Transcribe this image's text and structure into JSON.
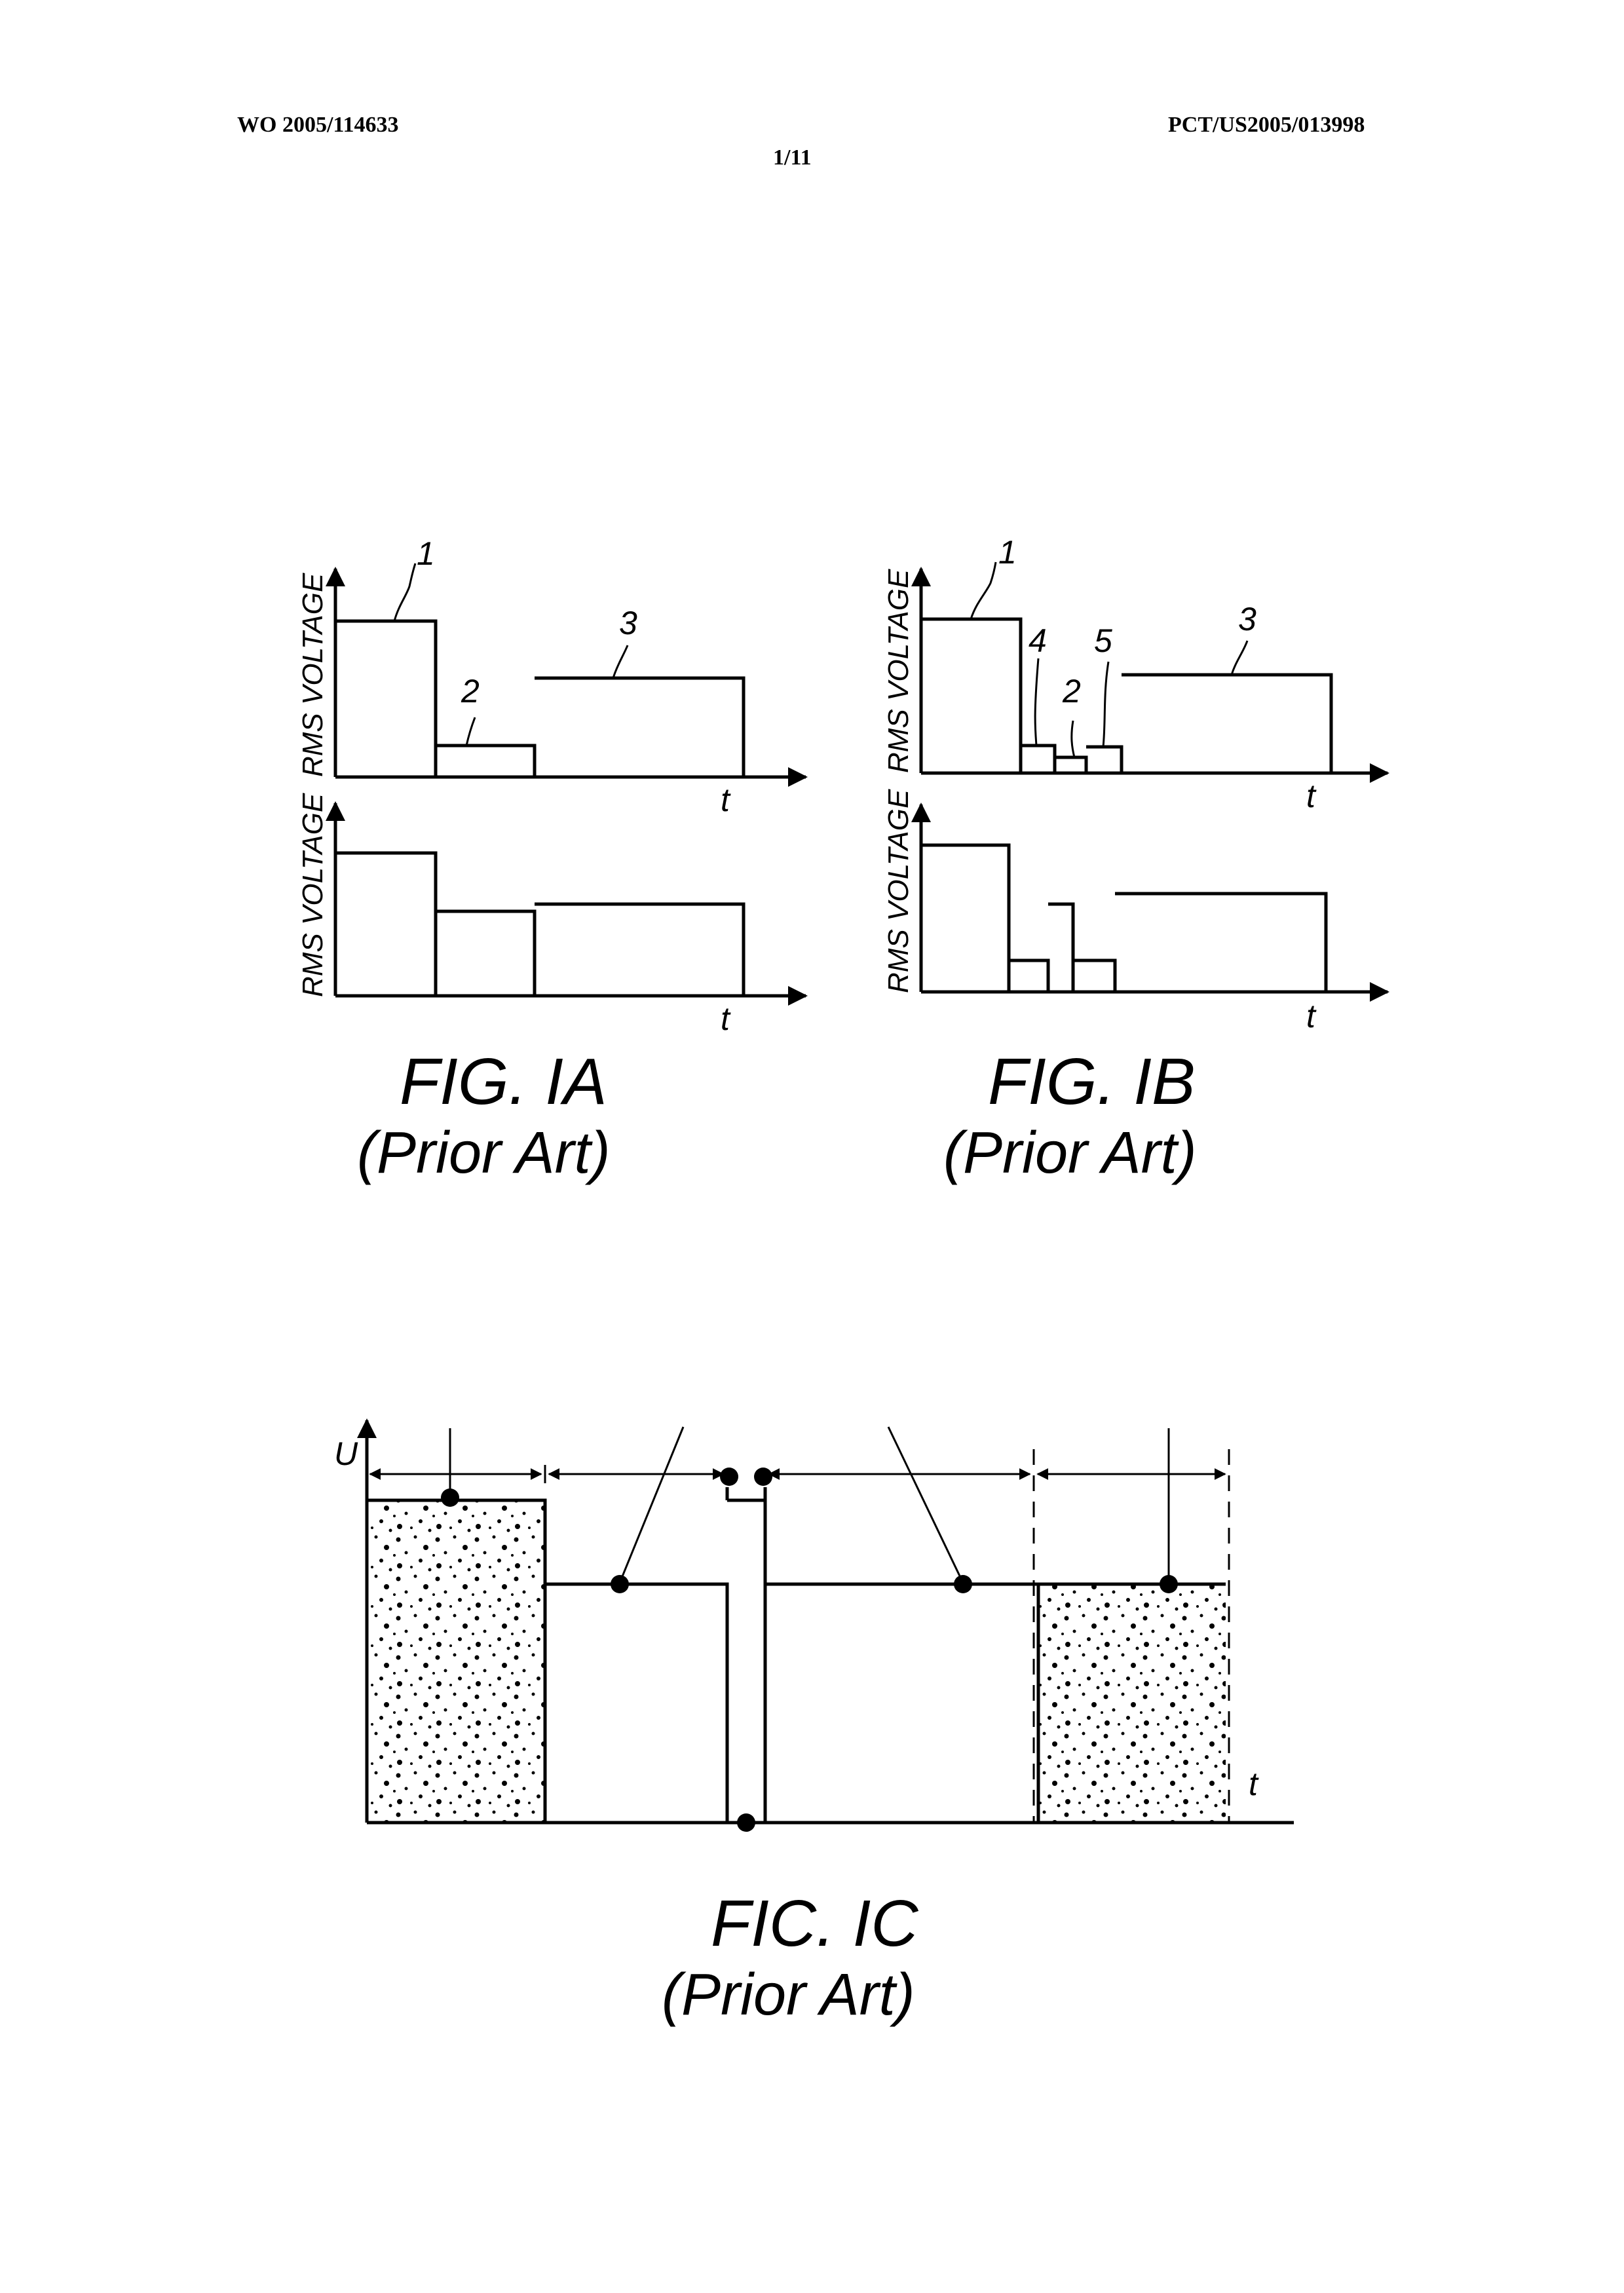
{
  "header": {
    "publication_number": "WO 2005/114633",
    "application_number": "PCT/US2005/013998",
    "sheet": "1/11"
  },
  "figures": {
    "fig1a": {
      "y_axis_label": "RMS VOLTAGE",
      "x_axis_label": "t",
      "ref_labels": [
        "1",
        "2",
        "3"
      ],
      "caption": "FIG. IA",
      "subcaption": "(Prior Art)"
    },
    "fig1b": {
      "y_axis_label": "RMS VOLTAGE",
      "x_axis_label": "t",
      "ref_labels": [
        "1",
        "4",
        "2",
        "5",
        "3"
      ],
      "caption": "FIG. IB",
      "subcaption": "(Prior Art)"
    },
    "fig1c": {
      "y_axis_label": "U",
      "x_axis_label": "t",
      "caption": "FIC. IC",
      "subcaption": "(Prior Art)"
    }
  }
}
